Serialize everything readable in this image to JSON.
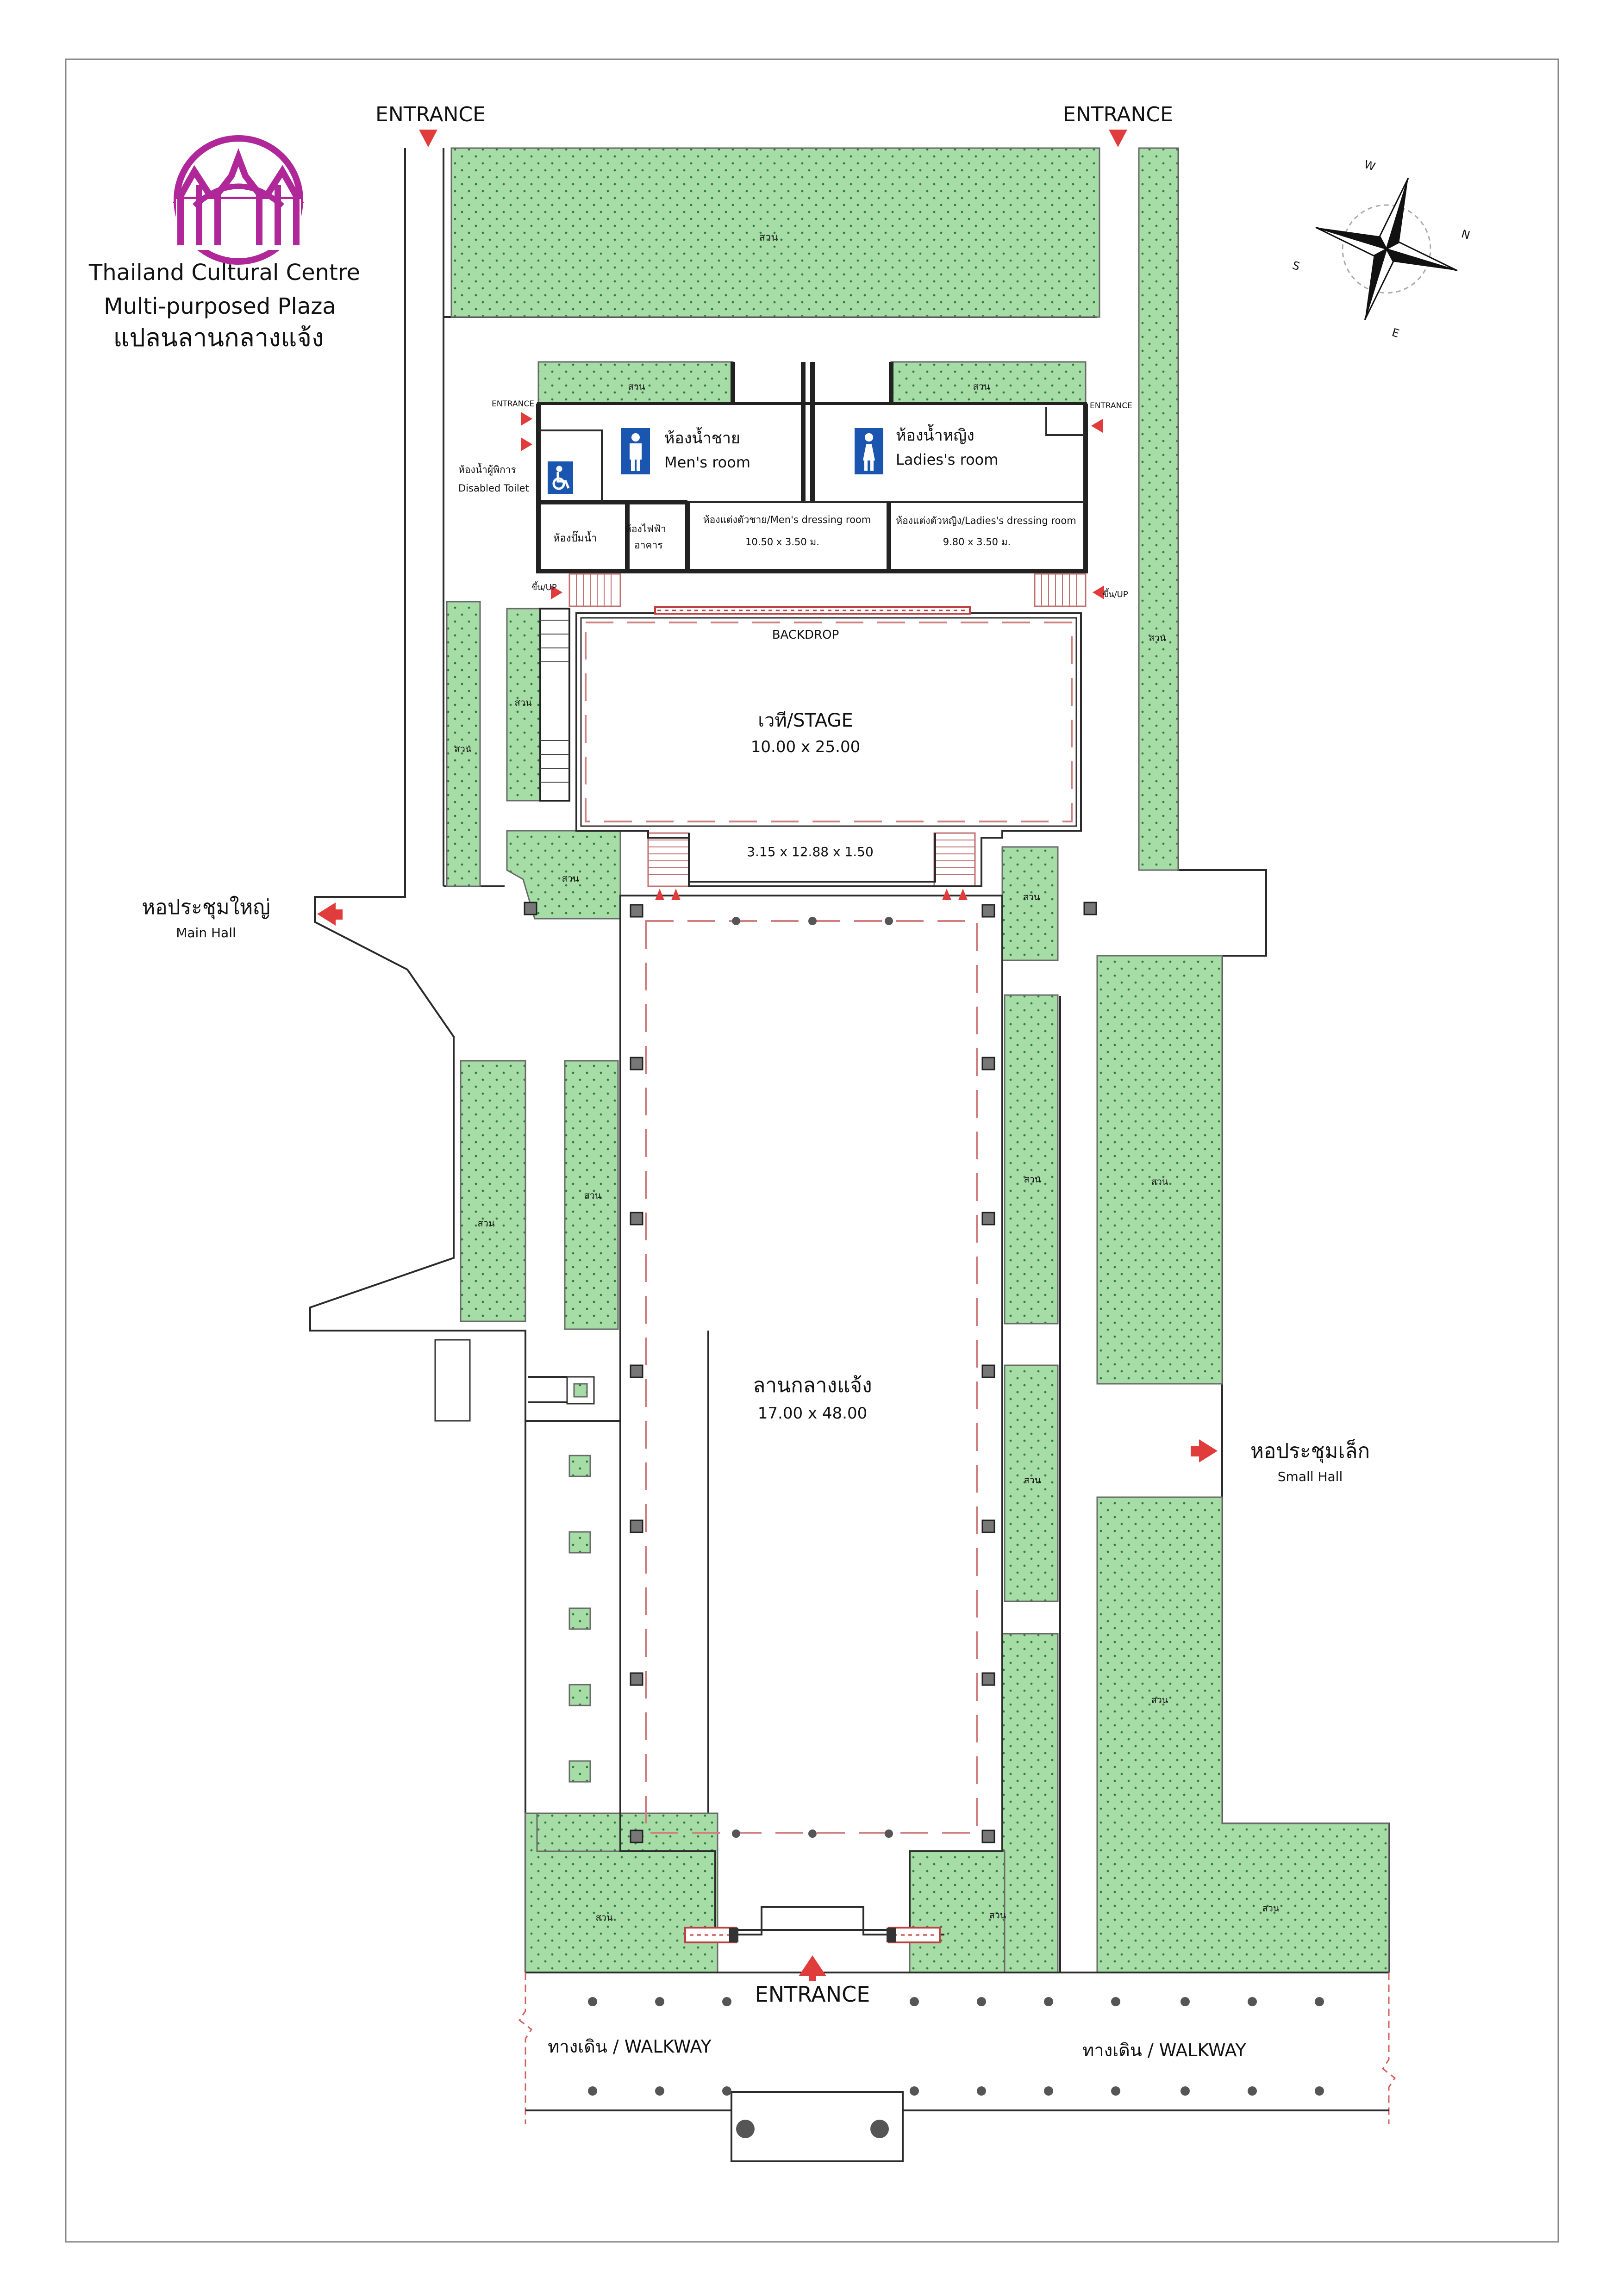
{
  "logo": {
    "title_line1": "Thailand Cultural Centre",
    "title_line2": "Multi-purposed Plaza",
    "title_thai": "แปลนลานกลางแจ้ง",
    "color": "#b0279a"
  },
  "compass": {
    "n": "N",
    "s": "S",
    "e": "E",
    "w": "W"
  },
  "labels": {
    "entrance": "ENTRANCE",
    "entrance_small": "ENTRANCE",
    "garden": "สวน",
    "backdrop": "BACKDROP",
    "up": "ขึ้น/UP",
    "walkway": "ทางเดิน / WALKWAY"
  },
  "rooms": {
    "mens_room_th": "ห้องน้ำชาย",
    "mens_room_en": "Men's room",
    "ladies_room_th": "ห้องน้ำหญิง",
    "ladies_room_en": "Ladies's room",
    "disabled_th": "ห้องน้ำผู้พิการ",
    "disabled_en": "Disabled Toilet",
    "pump_room": "ห้องปั๊มน้ำ",
    "electric_line1": "ห้องไฟฟ้า",
    "electric_line2": "อาคาร",
    "mens_dressing": "ห้องแต่งตัวชาย/Men's dressing room",
    "mens_dressing_size": "10.50 x 3.50 ม.",
    "ladies_dressing": "ห้องแต่งตัวหญิง/Ladies's dressing room",
    "ladies_dressing_size": "9.80 x 3.50 ม."
  },
  "stage": {
    "name": "เวที/STAGE",
    "size": "10.00 x 25.00",
    "front_size": "3.15 x 12.88 x 1.50"
  },
  "plaza": {
    "name": "ลานกลางแจ้ง",
    "size": "17.00 x 48.00"
  },
  "halls": {
    "main_th": "หอประชุมใหญ่",
    "main_en": "Main Hall",
    "small_th": "หอประชุมเล็ก",
    "small_en": "Small Hall"
  },
  "colors": {
    "garden": "#a6dca6",
    "garden_dot": "#2f7a3a",
    "arrow": "#e03c3c",
    "sign_blue": "#1a56b0"
  }
}
